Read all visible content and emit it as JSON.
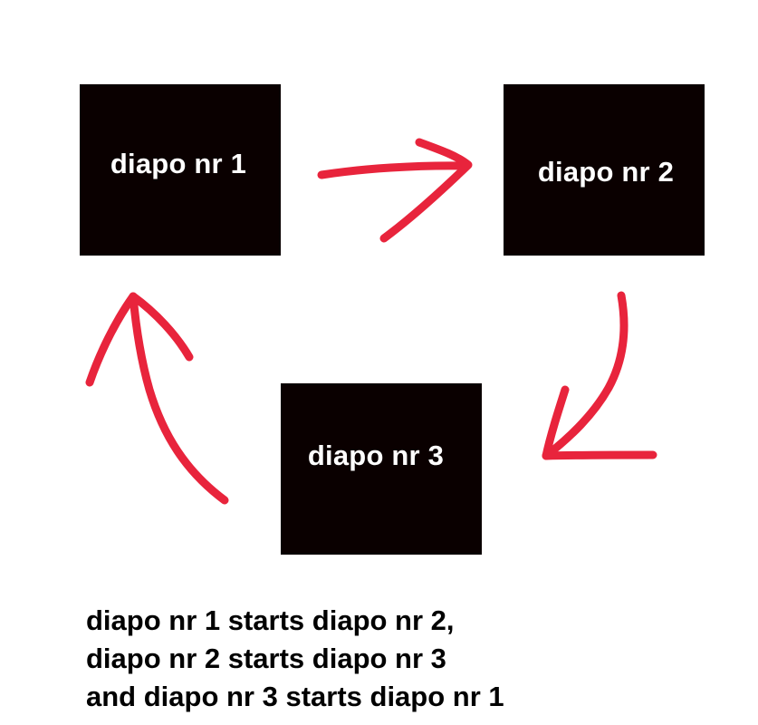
{
  "colors": {
    "slide_background": "#0a0000",
    "slide_text": "#ffffff",
    "arrow": "#e8243c",
    "caption_text": "#000000"
  },
  "slides": [
    {
      "label": "diapo nr 1"
    },
    {
      "label": "diapo nr 2"
    },
    {
      "label": "diapo nr 3"
    }
  ],
  "arrows": [
    {
      "from": "diapo nr 1",
      "to": "diapo nr 2"
    },
    {
      "from": "diapo nr 2",
      "to": "diapo nr 3"
    },
    {
      "from": "diapo nr 3",
      "to": "diapo nr 1"
    }
  ],
  "caption": {
    "line1": "diapo nr 1 starts diapo nr 2,",
    "line2": "diapo nr 2 starts diapo nr 3",
    "line3": "and diapo nr 3 starts diapo nr 1"
  }
}
